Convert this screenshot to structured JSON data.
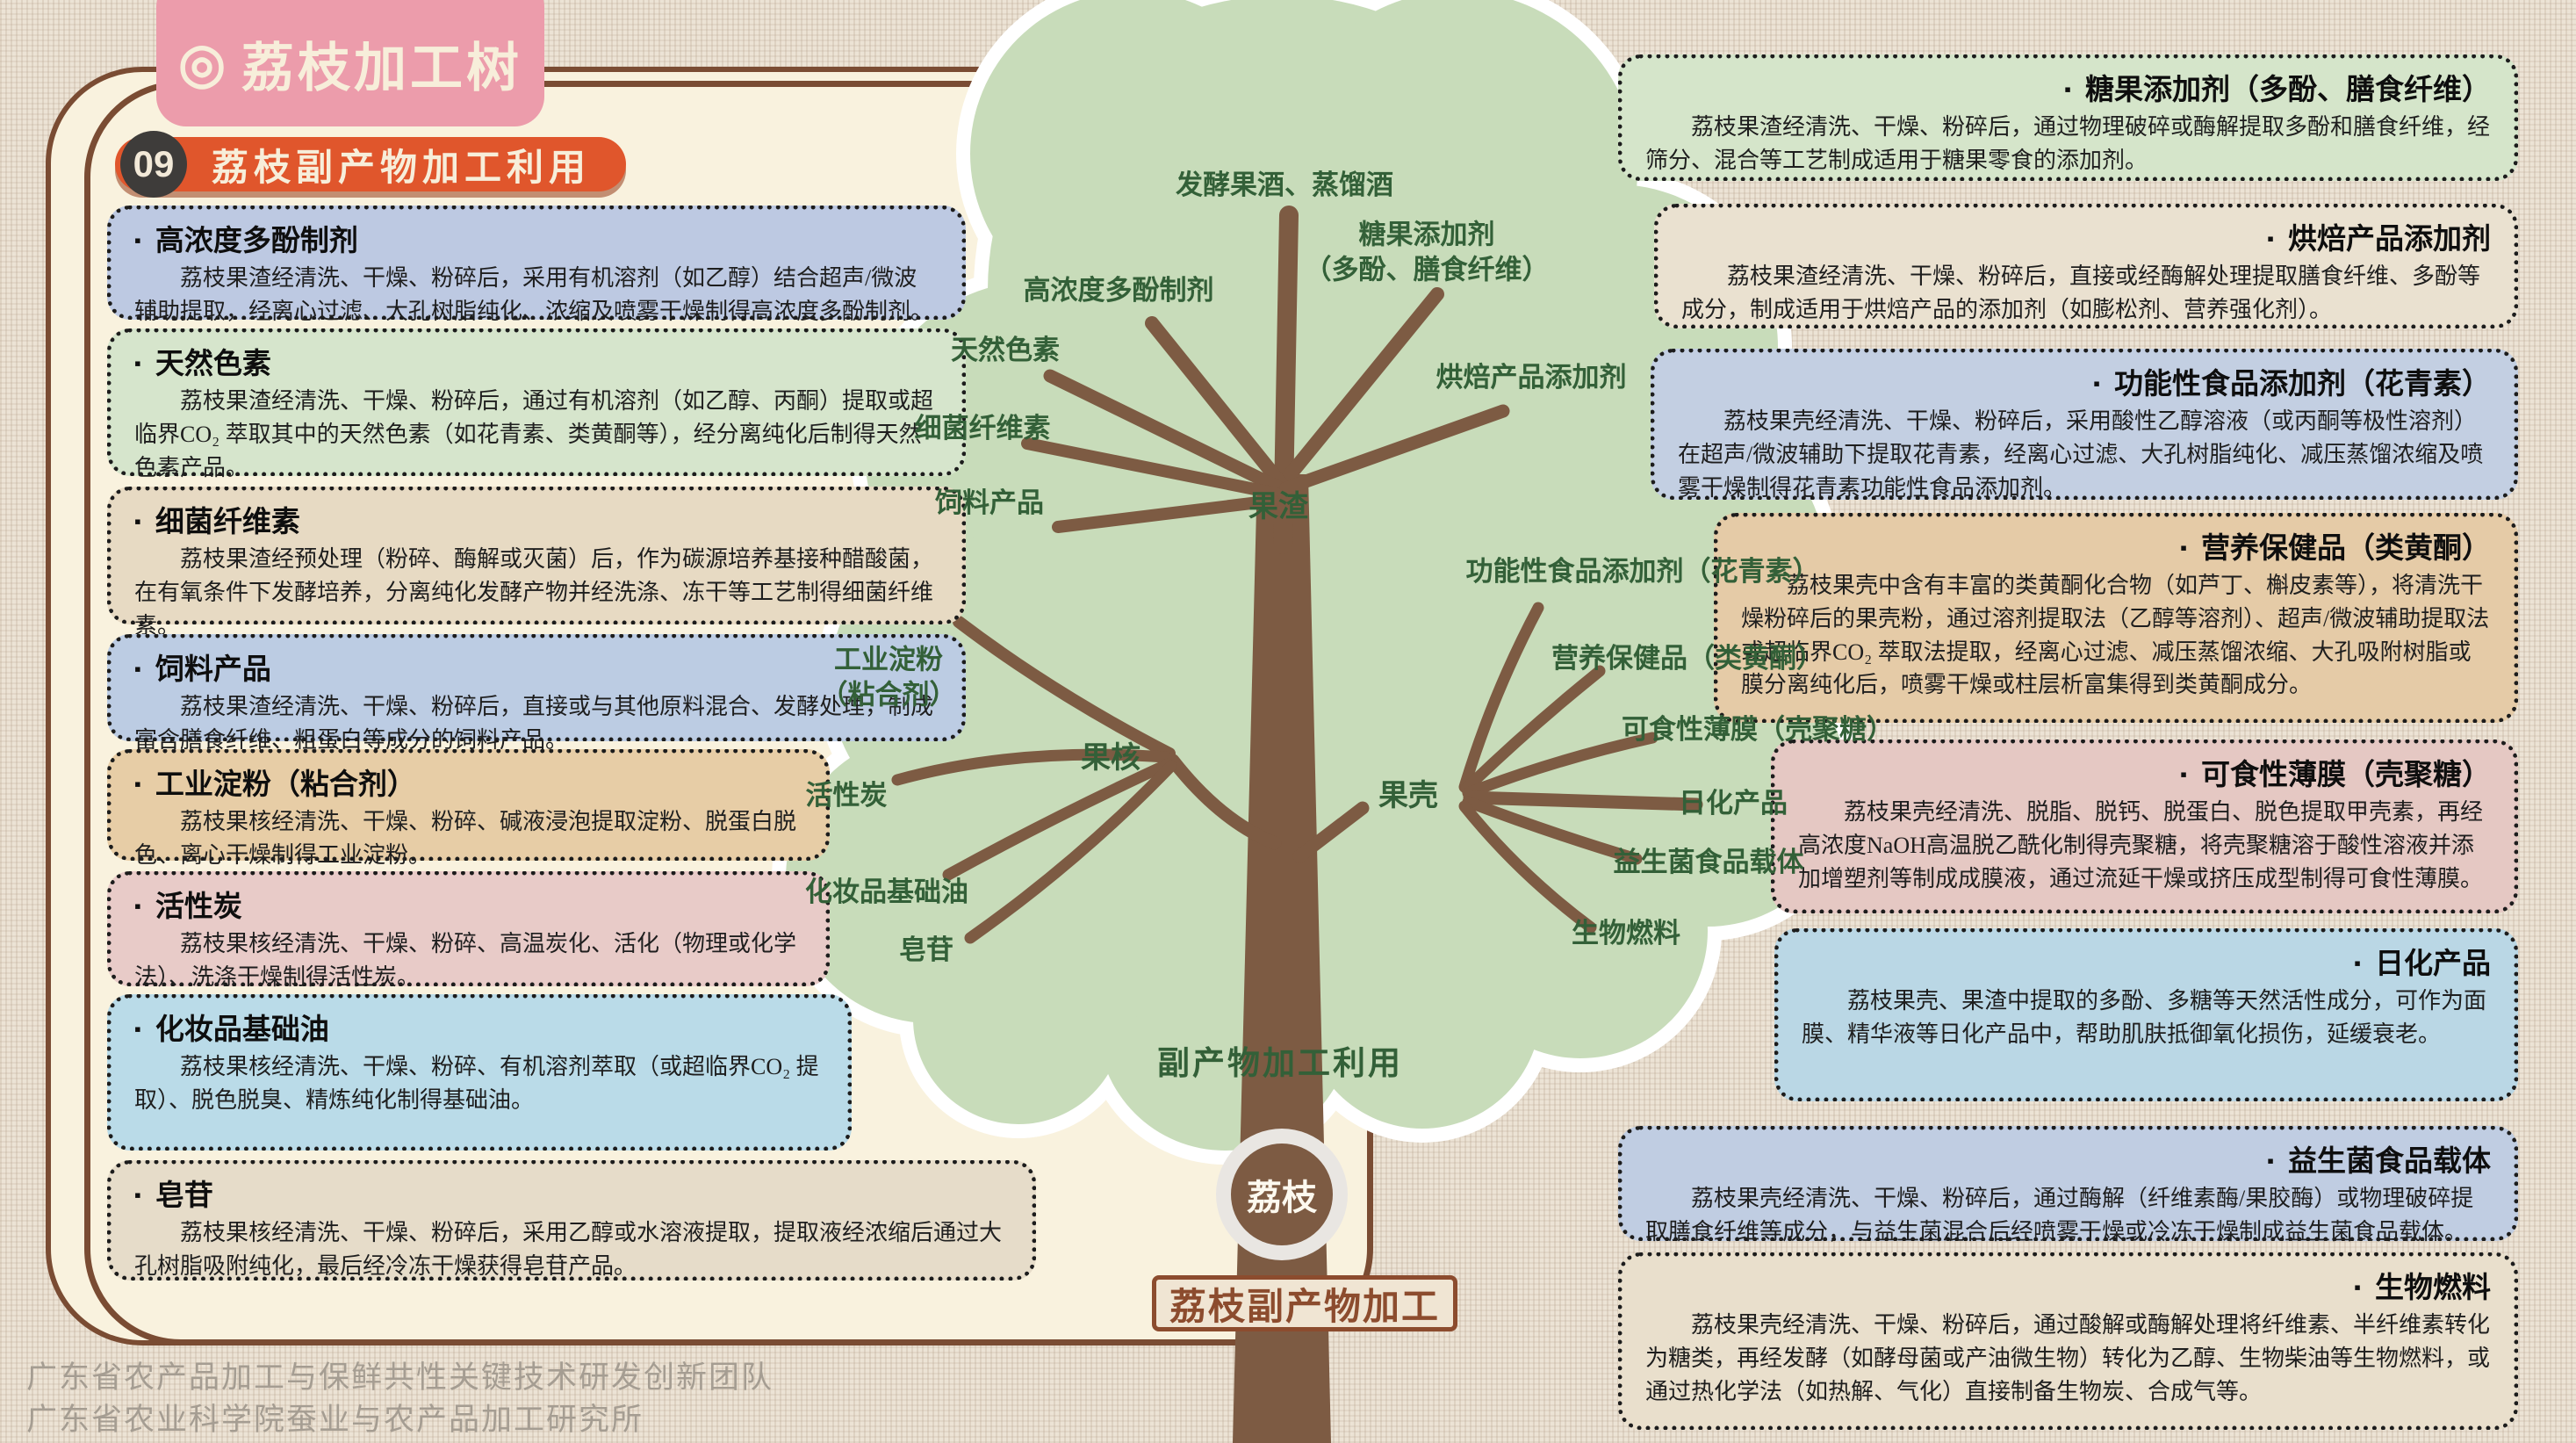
{
  "page": {
    "title_icon": "◎",
    "title": "荔枝加工树",
    "badge_number": "09",
    "badge_label": "荔枝副产物加工利用",
    "footer_line1": "广东省农产品加工与保鲜共性关键技术研发创新团队",
    "footer_line2": "广东省农业科学院蚕业与农产品加工研究所"
  },
  "colors": {
    "background": "#ece3d5",
    "card": "#f9f2de",
    "card_border": "#7a4c33",
    "title_pink": "#ec9cab",
    "badge_orange": "#e0562c",
    "crown_green": "#c8dcba",
    "wood_brown": "#7d5b43",
    "label_green": "#336038",
    "banner_brown": "#8c4c2e"
  },
  "left_boxes": [
    {
      "title": "高浓度多酚制剂",
      "body": "荔枝果渣经清洗、干燥、粉碎后，采用有机溶剂（如乙醇）结合超声/微波辅助提取，经离心过滤、大孔树脂纯化、浓缩及喷雾干燥制得高浓度多酚制剂。",
      "bg": "#bdc9e2"
    },
    {
      "title": "天然色素",
      "body": "荔枝果渣经清洗、干燥、粉碎后，通过有机溶剂（如乙醇、丙酮）提取或超临界CO₂ 萃取其中的天然色素（如花青素、类黄酮等），经分离纯化后制得天然色素产品。",
      "bg": "#d6e5cc"
    },
    {
      "title": "细菌纤维素",
      "body": "荔枝果渣经预处理（粉碎、酶解或灭菌）后，作为碳源培养基接种醋酸菌，在有氧条件下发酵培养，分离纯化发酵产物并经洗涤、冻干等工艺制得细菌纤维素。",
      "bg": "#e7dac3"
    },
    {
      "title": "饲料产品",
      "body": "荔枝果渣经清洗、干燥、粉碎后，直接或与其他原料混合、发酵处理，制成富含膳食纤维、粗蛋白等成分的饲料产品。",
      "bg": "#bccce3"
    },
    {
      "title": "工业淀粉（粘合剂）",
      "body": "荔枝果核经清洗、干燥、粉碎、碱液浸泡提取淀粉、脱蛋白脱色、离心干燥制得工业淀粉。",
      "bg": "#e7cda6"
    },
    {
      "title": "活性炭",
      "body": "荔枝果核经清洗、干燥、粉碎、高温炭化、活化（物理或化学法）、洗涤干燥制得活性炭。",
      "bg": "#e8cbc8"
    },
    {
      "title": "化妆品基础油",
      "body": "荔枝果核经清洗、干燥、粉碎、有机溶剂萃取（或超临界CO₂ 提取）、脱色脱臭、精炼纯化制得基础油。",
      "bg": "#badbe8"
    },
    {
      "title": "皂苷",
      "body": "荔枝果核经清洗、干燥、粉碎后，采用乙醇或水溶液提取，提取液经浓缩后通过大孔树脂吸附纯化，最后经冷冻干燥获得皂苷产品。",
      "bg": "#e6dcc9"
    }
  ],
  "right_boxes": [
    {
      "title": "糖果添加剂（多酚、膳食纤维）",
      "body": "荔枝果渣经清洗、干燥、粉碎后，通过物理破碎或酶解提取多酚和膳食纤维，经筛分、混合等工艺制成适用于糖果零食的添加剂。",
      "bg": "#d5e5ca"
    },
    {
      "title": "烘焙产品添加剂",
      "body": "荔枝果渣经清洗、干燥、粉碎后，直接或经酶解处理提取膳食纤维、多酚等成分，制成适用于烘焙产品的添加剂（如膨松剂、营养强化剂）。",
      "bg": "#eae1d0"
    },
    {
      "title": "功能性食品添加剂（花青素）",
      "body": "荔枝果壳经清洗、干燥、粉碎后，采用酸性乙醇溶液（或丙酮等极性溶剂）在超声/微波辅助下提取花青素，经离心过滤、大孔树脂纯化、减压蒸馏浓缩及喷雾干燥制得花青素功能性食品添加剂。",
      "bg": "#c3cfe2"
    },
    {
      "title": "营养保健品（类黄酮）",
      "body": "荔枝果壳中含有丰富的类黄酮化合物（如芦丁、槲皮素等），将清洗干燥粉碎后的果壳粉，通过溶剂提取法（乙醇等溶剂）、超声/微波辅助提取法或超临界CO₂ 萃取法提取，经离心过滤、减压蒸馏浓缩、大孔吸附树脂或膜分离纯化后，喷雾干燥或柱层析富集得到类黄酮成分。",
      "bg": "#e5cba7"
    },
    {
      "title": "可食性薄膜（壳聚糖）",
      "body": "荔枝果壳经清洗、脱脂、脱钙、脱蛋白、脱色提取甲壳素，再经高浓度NaOH高温脱乙酰化制得壳聚糖，将壳聚糖溶于酸性溶液并添加增塑剂等制成成膜液，通过流延干燥或挤压成型制得可食性薄膜。",
      "bg": "#e5c8c3"
    },
    {
      "title": "日化产品",
      "body": "荔枝果壳、果渣中提取的多酚、多糖等天然活性成分，可作为面膜、精华液等日化产品中，帮助肌肤抵御氧化损伤，延缓衰老。",
      "bg": "#bad7e5"
    },
    {
      "title": "益生菌食品载体",
      "body": "荔枝果壳经清洗、干燥、粉碎后，通过酶解（纤维素酶/果胶酶）或物理破碎提取膳食纤维等成分，与益生菌混合后经喷雾干燥或冷冻干燥制成益生菌食品载体。",
      "bg": "#c0cde2"
    },
    {
      "title": "生物燃料",
      "body": "荔枝果壳经清洗、干燥、粉碎后，通过酸解或酶解处理将纤维素、半纤维素转化为糖类，再经发酵（如酵母菌或产油微生物）转化为乙醇、生物柴油等生物燃料，或通过热化学法（如热解、气化）直接制备生物炭、合成气等。",
      "bg": "#e9dfcc"
    }
  ],
  "tree": {
    "root_label": "荔枝",
    "banner": "荔枝副产物加工",
    "crown_caption": "副产物加工利用",
    "labels": [
      {
        "text": "发酵果酒、蒸馏酒"
      },
      {
        "text": "糖果添加剂\n（多酚、膳食纤维）"
      },
      {
        "text": "高浓度多酚制剂"
      },
      {
        "text": "天然色素"
      },
      {
        "text": "烘焙产品添加剂"
      },
      {
        "text": "细菌纤维素"
      },
      {
        "text": "饲料产品"
      },
      {
        "text": "果渣"
      },
      {
        "text": "功能性食品添加剂（花青素）"
      },
      {
        "text": "工业淀粉\n（粘合剂）"
      },
      {
        "text": "营养保健品（类黄酮）"
      },
      {
        "text": "可食性薄膜（壳聚糖）"
      },
      {
        "text": "果核"
      },
      {
        "text": "果壳"
      },
      {
        "text": "活性炭"
      },
      {
        "text": "日化产品"
      },
      {
        "text": "益生菌食品载体"
      },
      {
        "text": "化妆品基础油"
      },
      {
        "text": "生物燃料"
      },
      {
        "text": "皂苷"
      }
    ]
  }
}
